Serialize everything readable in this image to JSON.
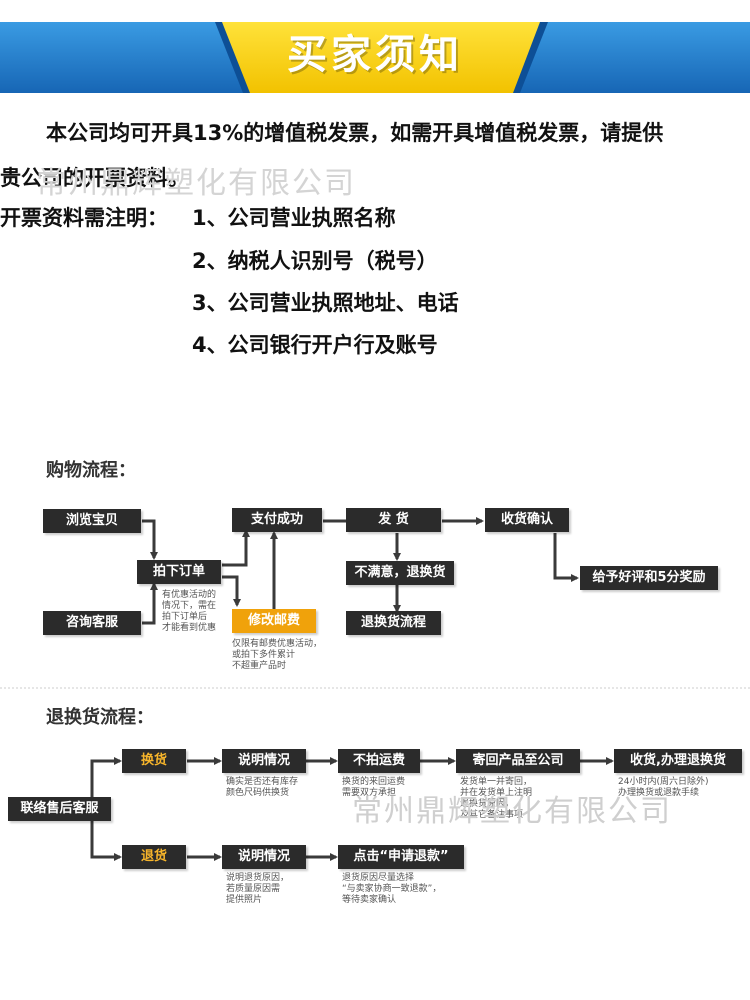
{
  "banner": {
    "title": "买家须知",
    "colors": {
      "blue": "#1e78c8",
      "yellow": "#f7d117"
    }
  },
  "invoice": {
    "line1": "本公司均可开具13%的增值税发票，如需开具增值税发票，请提供",
    "line2": "贵公司的开票资料。",
    "lead": "开票资料需注明：",
    "items": [
      "1、公司营业执照名称",
      "2、纳税人识别号（税号）",
      "3、公司营业执照地址、电话",
      "4、公司银行开户行及账号"
    ]
  },
  "watermark": "常州鼎辉塑化有限公司",
  "shopping": {
    "title": "购物流程：",
    "browse": "浏览宝贝",
    "consult": "咨询客服",
    "order": "拍下订单",
    "pay": "支付成功",
    "modify": "修改邮费",
    "ship": "发  货",
    "unsatisfied": "不满意，退换货",
    "return_flow": "退换货流程",
    "receive": "收货确认",
    "reward": "给予好评和5分奖励",
    "note_order": "有优惠活动的\n情况下，需在\n拍下订单后\n才能看到优惠",
    "note_modify": "仅限有邮费优惠活动，\n或拍下多件累计\n不超重产品时"
  },
  "returns": {
    "title": "退换货流程：",
    "contact": "联络售后客服",
    "exchange": "换货",
    "refund": "退货",
    "explain1": "说明情况",
    "explain2": "说明情况",
    "no_freight": "不拍运费",
    "send_back": "寄回产品至公司",
    "receive_process": "收货,办理退换货",
    "apply_refund": "点击“申请退款”",
    "note_explain1": "确实是否还有库存\n颜色尺码供换货",
    "note_no_freight": "换货的来回运费\n需要双方承担",
    "note_send_back": "发货单一并寄回，\n并在发货单上注明\n退换货原因，\n及其它备注事项",
    "note_receive": "24小时内(周六日除外)\n办理换货或退款手续",
    "note_explain2": "说明退货原因，\n若质量原因需\n提供照片",
    "note_apply": "退货原因尽量选择\n“与卖家协商一致退款”，\n等待卖家确认"
  }
}
